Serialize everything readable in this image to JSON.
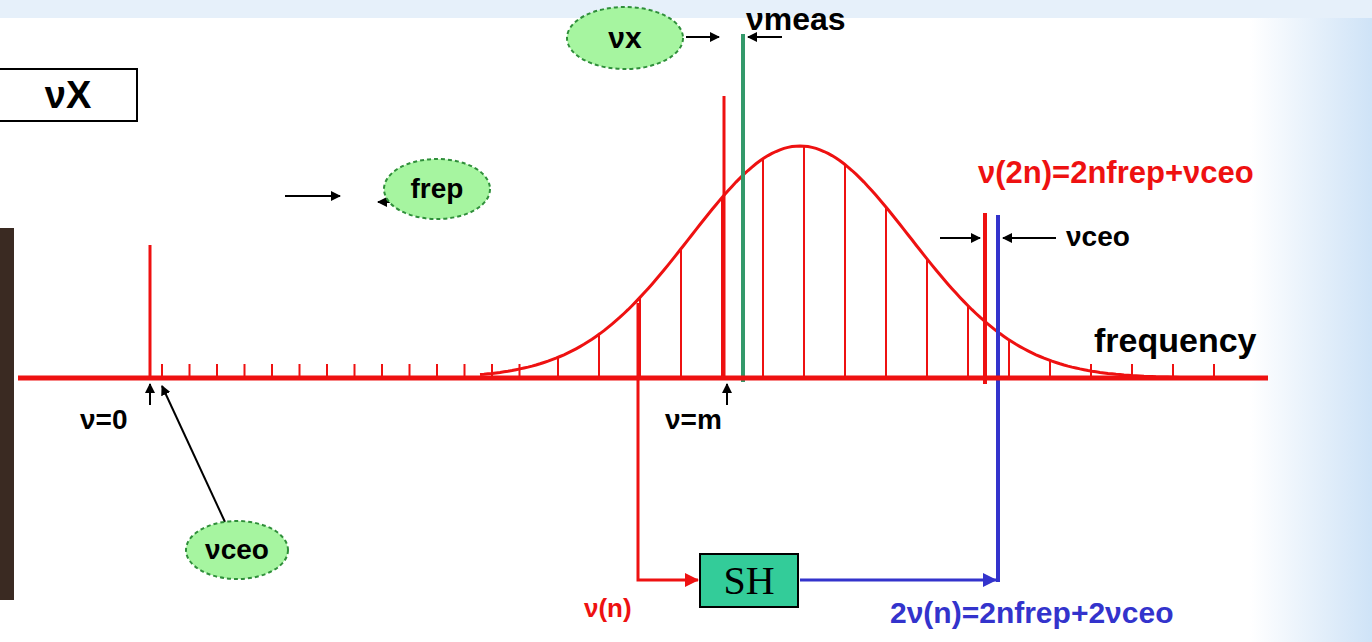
{
  "diagram": {
    "nodes": [
      {
        "text": [
          "νX"
        ]
      },
      {
        "text": [
          "νx"
        ]
      },
      {
        "text": [
          "frep"
        ]
      },
      {
        "text": [
          "νceo"
        ]
      },
      {
        "text": [
          "SH"
        ]
      }
    ],
    "labels": [
      "νmeas",
      "ν(2n)=2nfrep+νceo",
      "νceo",
      "frequency",
      "ν=0",
      "ν=m",
      "ν(n)",
      "2ν(n)=2nfrep+2νceo"
    ]
  }
}
